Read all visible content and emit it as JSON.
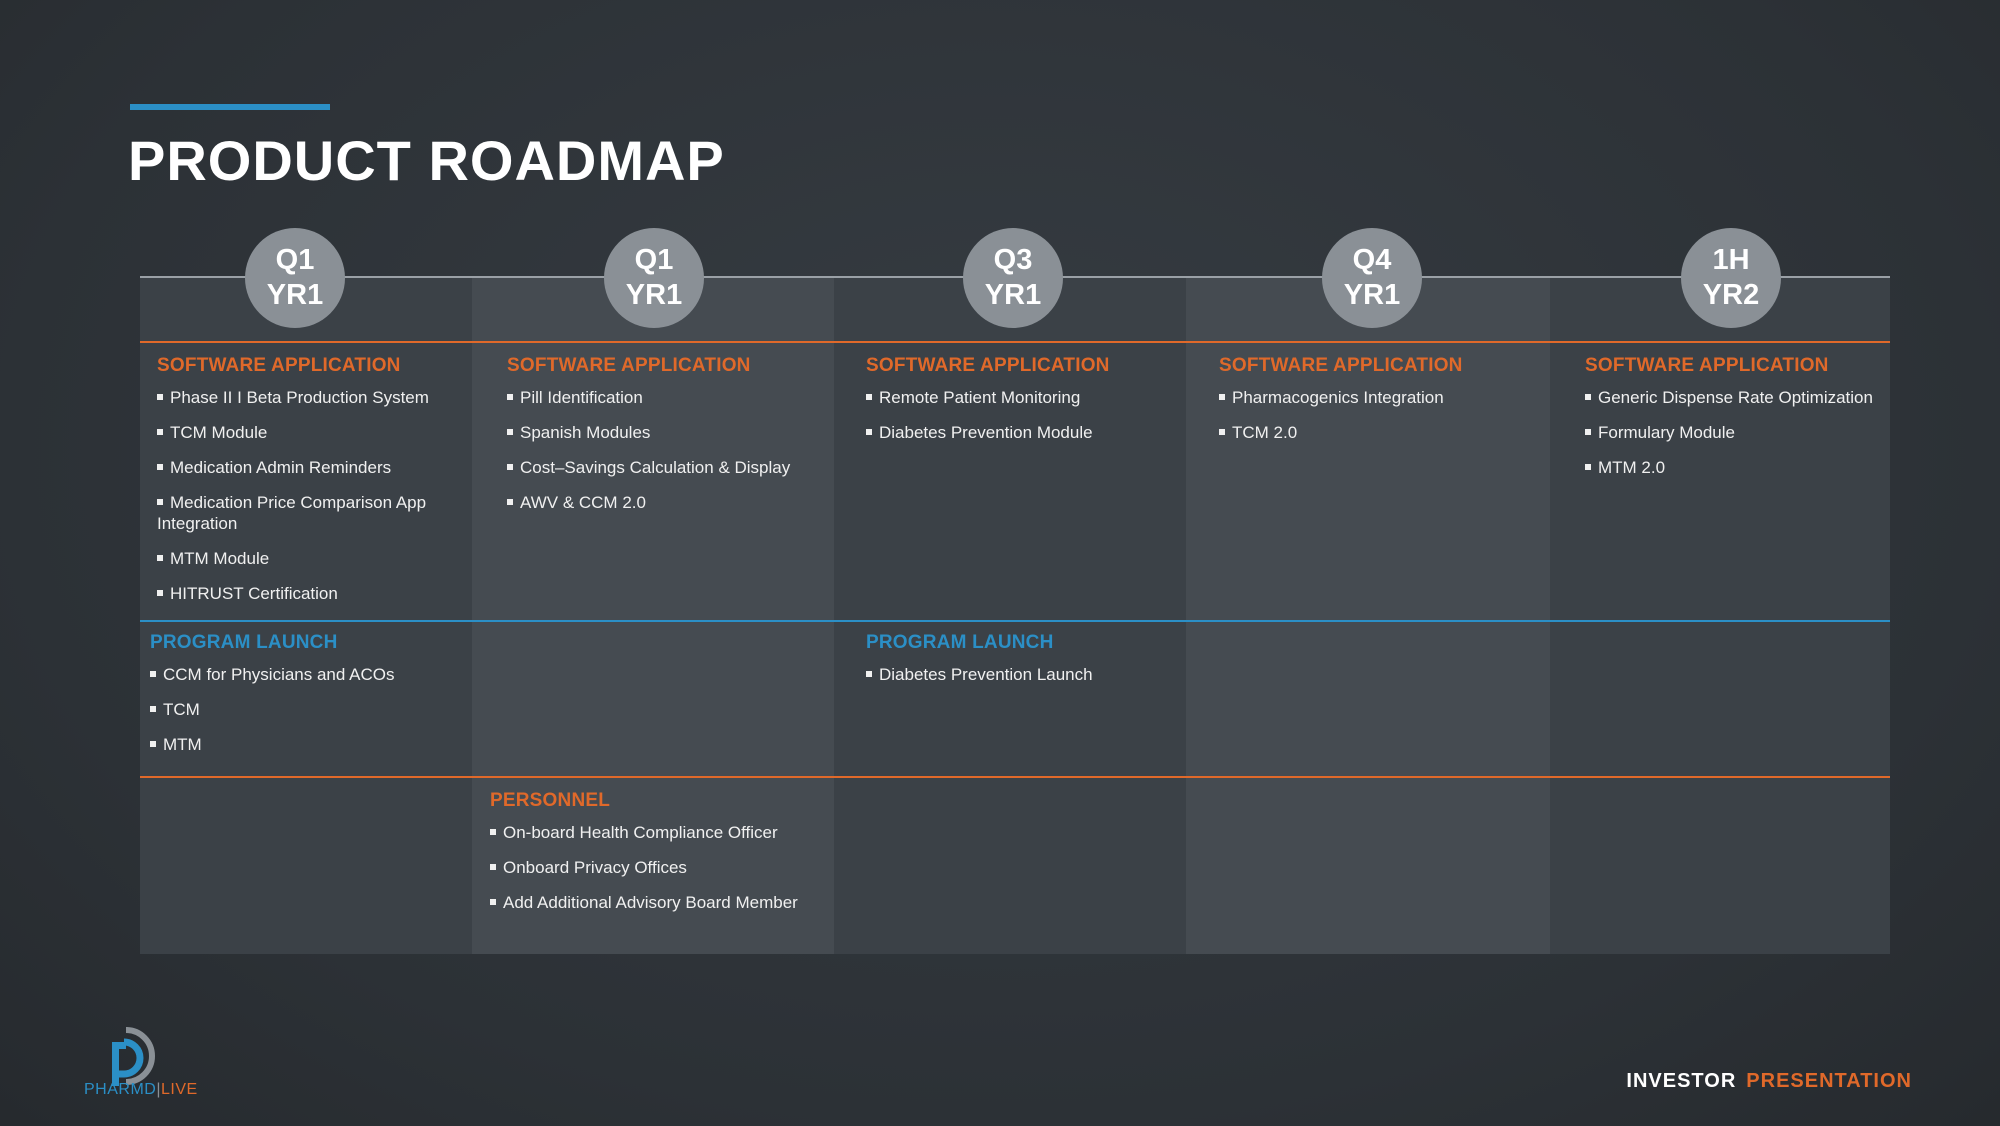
{
  "title": "PRODUCT ROADMAP",
  "columns": [
    {
      "q1": "Q1",
      "q2": "YR1",
      "software": {
        "heading": "SOFTWARE APPLICATION",
        "items": [
          "Phase II I Beta Production System",
          "TCM Module",
          "Medication Admin Reminders",
          "Medication Price Comparison App Integration",
          "MTM Module",
          "HITRUST Certification"
        ]
      },
      "program": {
        "heading": "PROGRAM LAUNCH",
        "items": [
          "CCM for Physicians and ACOs",
          "TCM",
          "MTM"
        ]
      }
    },
    {
      "q1": "Q1",
      "q2": "YR1",
      "software": {
        "heading": "SOFTWARE APPLICATION",
        "items": [
          "Pill Identification",
          "Spanish Modules",
          "Cost–Savings Calculation & Display",
          "AWV & CCM 2.0"
        ]
      },
      "personnel": {
        "heading": "PERSONNEL",
        "items": [
          "On-board Health Compliance Officer",
          "Onboard Privacy Offices",
          "Add Additional Advisory Board Member"
        ]
      }
    },
    {
      "q1": "Q3",
      "q2": "YR1",
      "software": {
        "heading": "SOFTWARE APPLICATION",
        "items": [
          "Remote Patient Monitoring",
          "Diabetes Prevention Module"
        ]
      },
      "program": {
        "heading": "PROGRAM LAUNCH",
        "items": [
          "Diabetes Prevention Launch"
        ]
      }
    },
    {
      "q1": "Q4",
      "q2": "YR1",
      "software": {
        "heading": "SOFTWARE APPLICATION",
        "items": [
          "Pharmacogenics Integration",
          "TCM 2.0"
        ]
      }
    },
    {
      "q1": "1H",
      "q2": "YR2",
      "software": {
        "heading": "SOFTWARE APPLICATION",
        "items": [
          "Generic Dispense Rate Optimization",
          "Formulary Module",
          "MTM 2.0"
        ]
      }
    }
  ],
  "logo": {
    "part1": "PHARMD",
    "part2": "LIVE"
  },
  "footer": {
    "part1": "INVESTOR",
    "part2": "PRESENTATION"
  },
  "colors": {
    "accent_orange": "#e0692a",
    "accent_blue": "#2b8fc6",
    "bubble": "#8a9096"
  }
}
